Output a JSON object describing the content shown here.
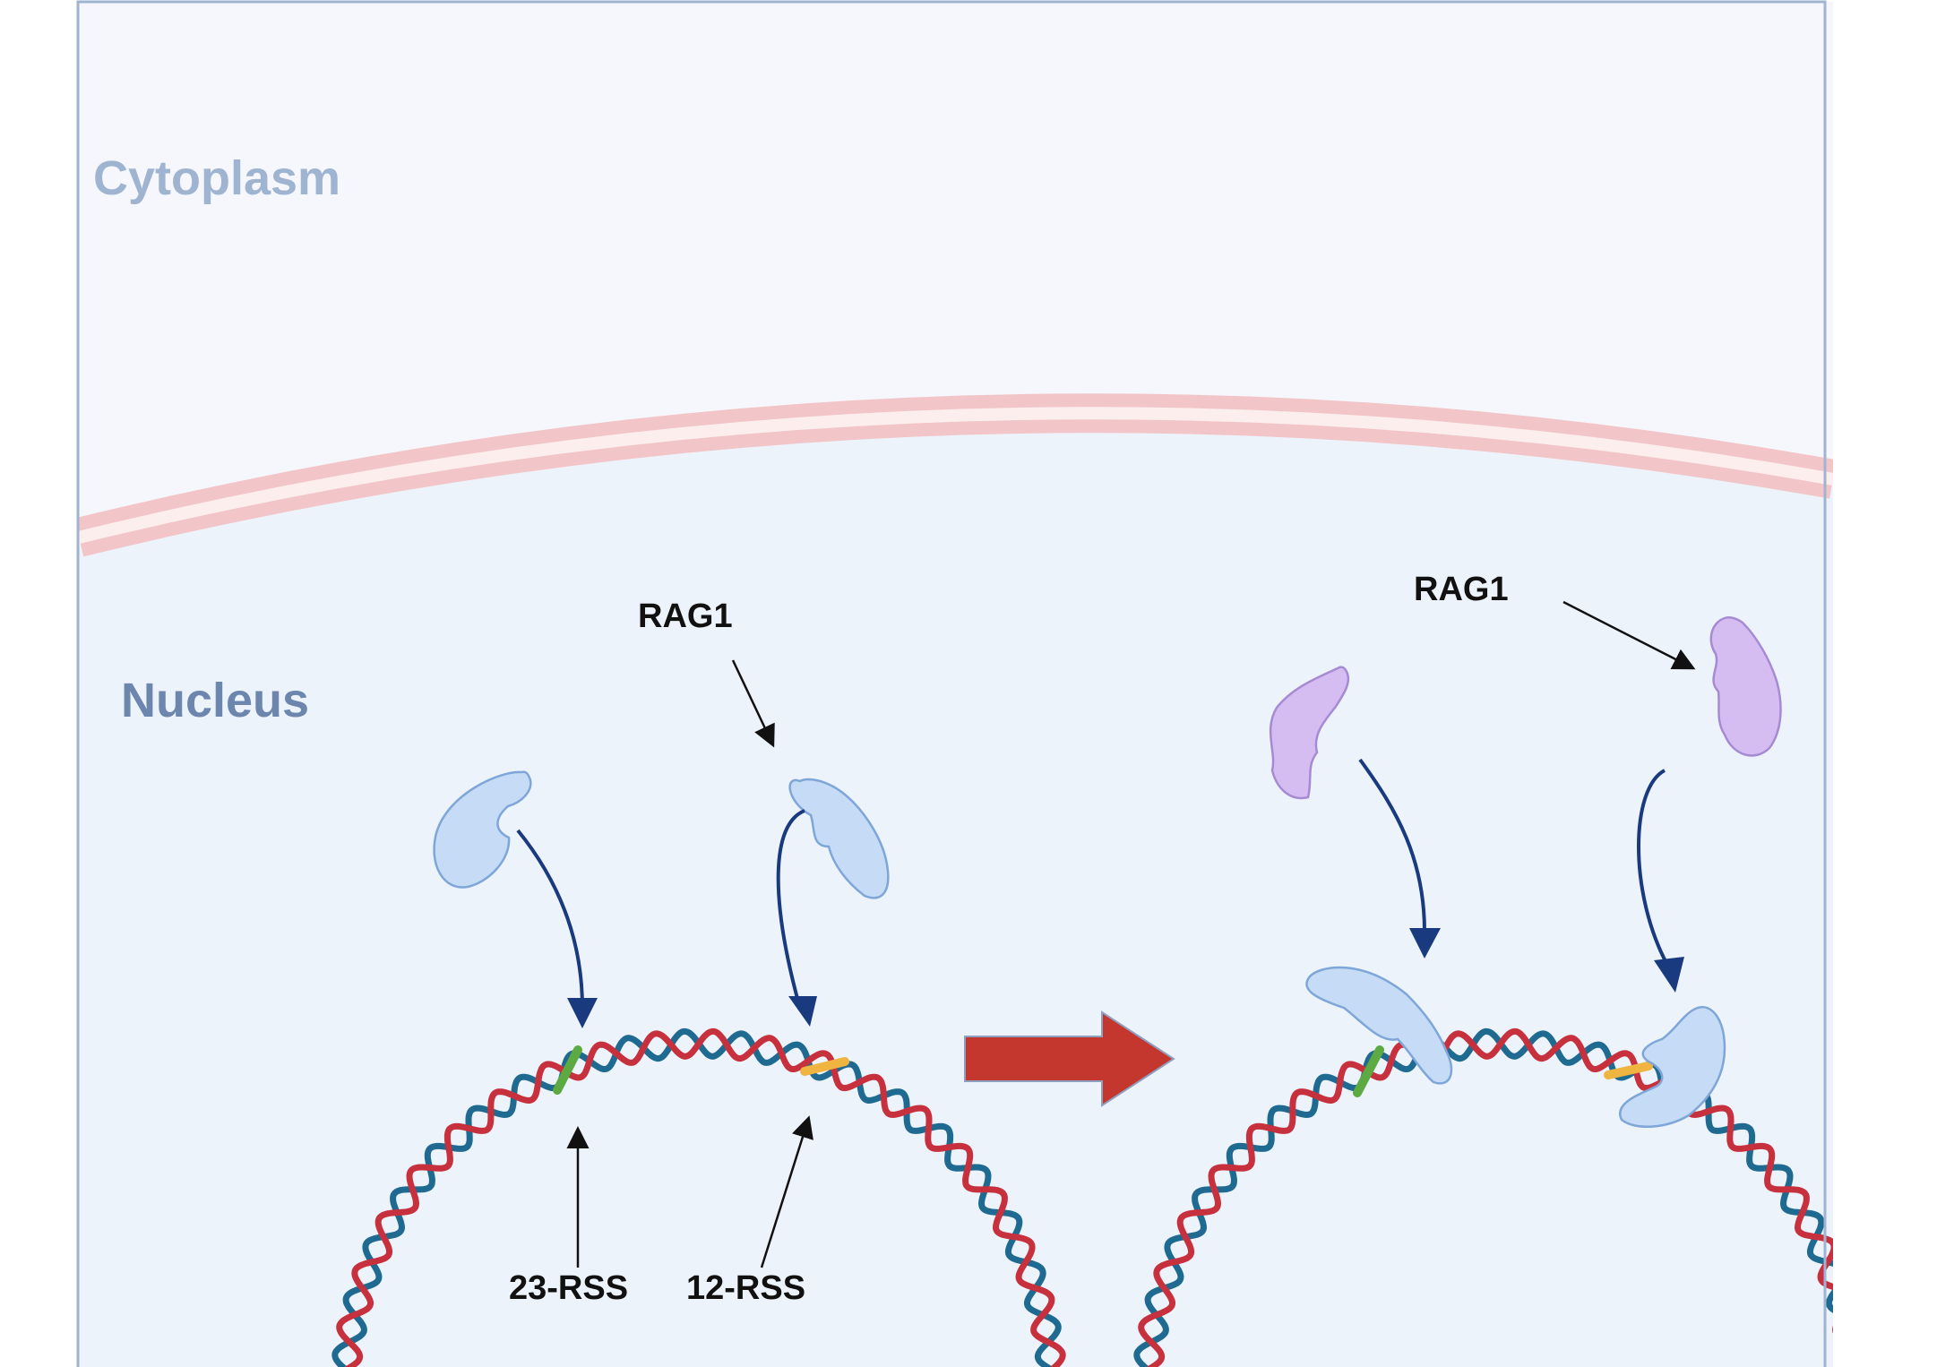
{
  "labels": {
    "cytoplasm": "Cytoplasm",
    "nucleus": "Nucleus",
    "rag1_left": "RAG1",
    "rag1_right": "RAG1",
    "rss23": "23-RSS",
    "rss12": "12-RSS"
  },
  "colors": {
    "cytoplasm_bg": "#f6f7fc",
    "nucleus_bg": "#edf3fb",
    "frame": "#9fb3d2",
    "membrane": "#f2c6c8",
    "membrane_inner": "#fdeeee",
    "cytoplasm_text": "#9fb4d0",
    "nucleus_text": "#6c86ad",
    "label_text": "#111111",
    "strand_red": "#c7313d",
    "strand_blue": "#1f6a91",
    "rss23": "#5daa43",
    "rss12": "#f0b441",
    "rag_blue_fill": "#c6dbf5",
    "rag_blue_stroke": "#7ea6d8",
    "rag_purple_fill": "#d5bdf2",
    "rag_purple_stroke": "#a68bd4",
    "bind_arrow": "#193a7e",
    "big_arrow": "#c4372f",
    "big_arrow_stroke": "#8ea0c0"
  },
  "icons": {
    "rag_blue": "rag-protein-blue-icon",
    "rag_purple": "rag-protein-purple-icon",
    "dna": "dna-double-helix-icon",
    "process_arrow": "right-arrow-icon"
  }
}
